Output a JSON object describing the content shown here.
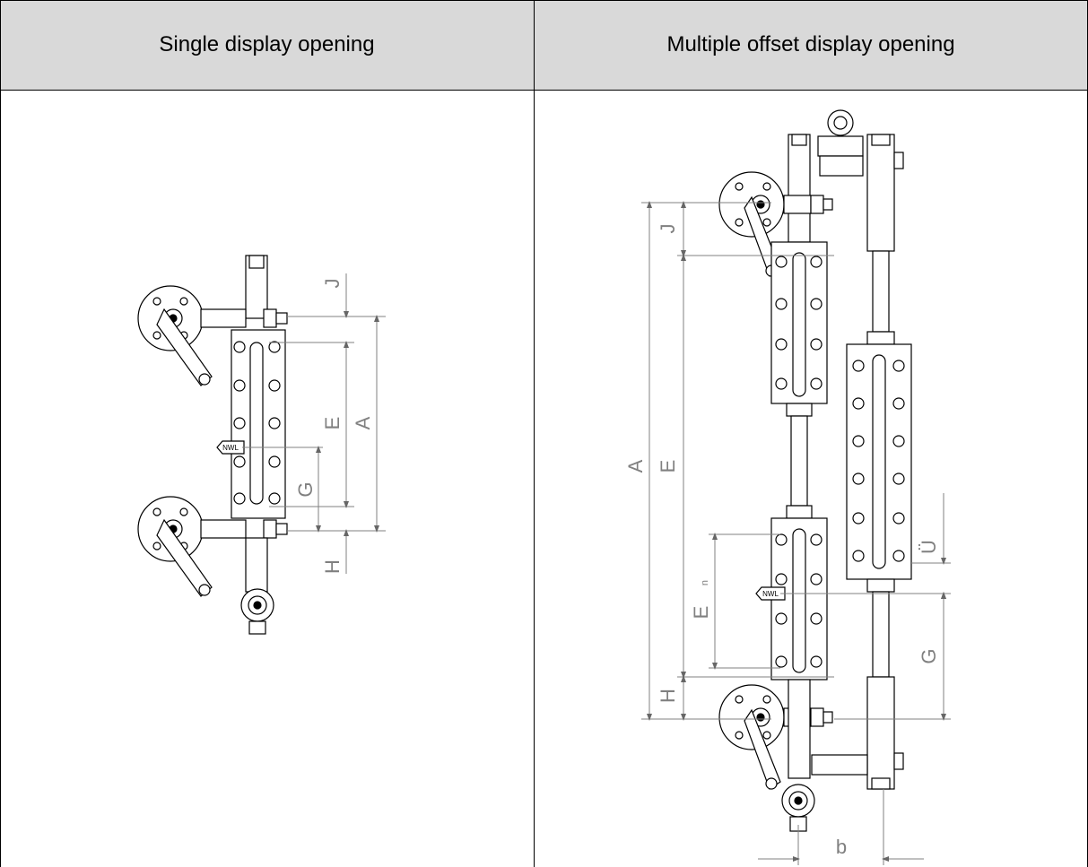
{
  "table": {
    "headers": [
      "Single display opening",
      "Multiple offset display opening"
    ]
  },
  "left_drawing": {
    "dimensions": {
      "A": "A",
      "E": "E",
      "G": "G",
      "H": "H",
      "J": "J"
    },
    "nwl_label": "NWL"
  },
  "right_drawing": {
    "dimensions": {
      "A": "A",
      "E": "E",
      "En": "E",
      "n": "n",
      "G": "G",
      "H": "H",
      "J": "J",
      "U": "Ü",
      "b": "b"
    },
    "nwl_label": "NWL"
  },
  "colors": {
    "header_bg": "#d9d9d9",
    "line": "#000000",
    "dim": "#808080"
  }
}
